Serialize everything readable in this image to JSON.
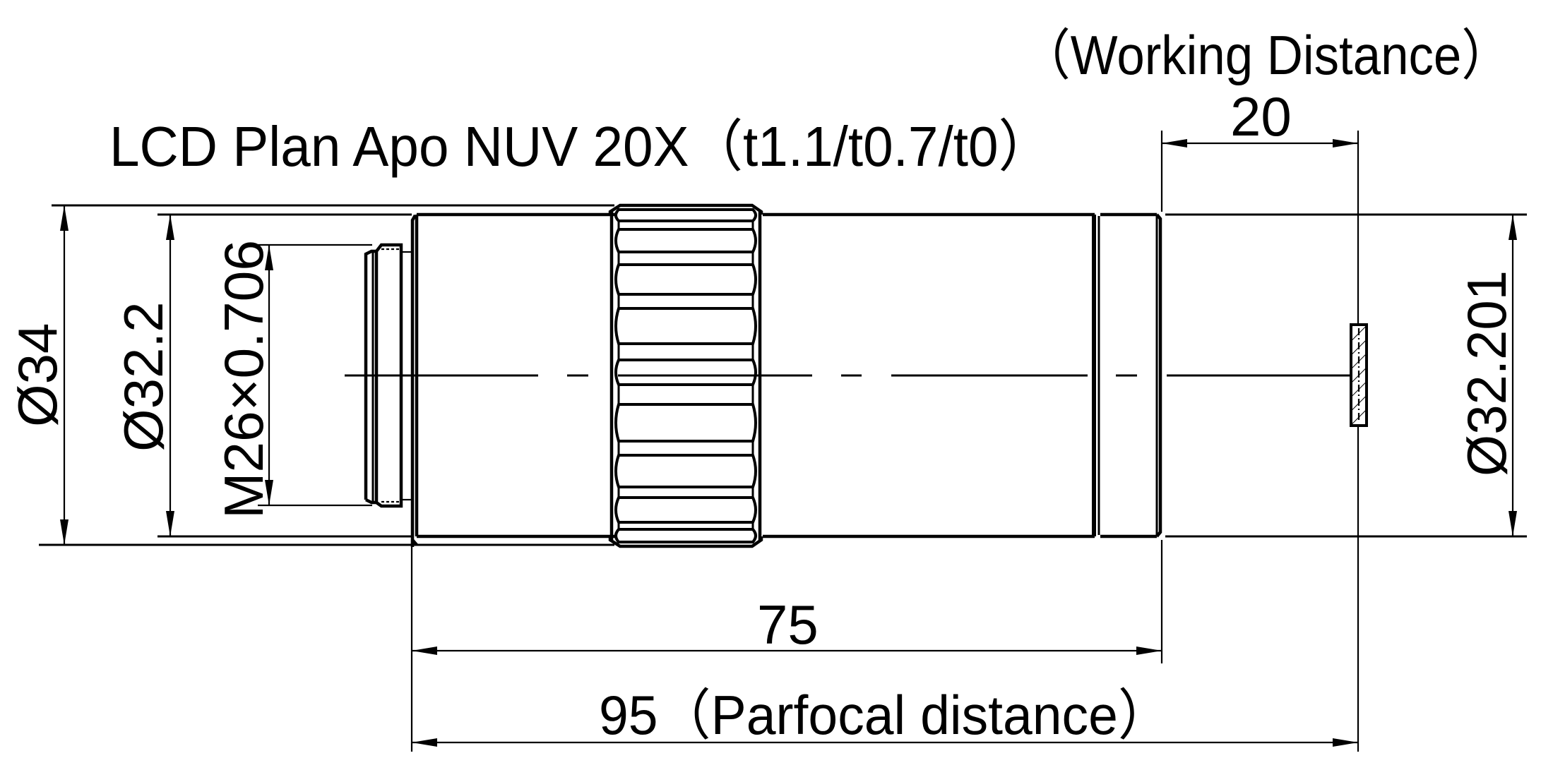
{
  "title": "LCD Plan Apo NUV 20X（t1.1/t0.7/t0）",
  "dimensions": {
    "outer_diameter": {
      "label": "Ø34",
      "value_mm": 34
    },
    "barrel_diameter": {
      "label": "Ø32.2",
      "value_mm": 32.2
    },
    "thread": {
      "label": "M26×0.706",
      "diameter_mm": 26,
      "pitch_mm": 0.706
    },
    "front_diameter": {
      "label": "Ø32.201",
      "value_mm": 32.201
    },
    "working_distance": {
      "value_label": "20",
      "caption": "（Working Distance）",
      "value_mm": 20
    },
    "body_length": {
      "label": "75",
      "value_mm": 75
    },
    "parfocal_distance": {
      "label": "95（Parfocal distance）",
      "value_mm": 95
    }
  },
  "colors": {
    "line": "#000000",
    "background": "#ffffff"
  }
}
